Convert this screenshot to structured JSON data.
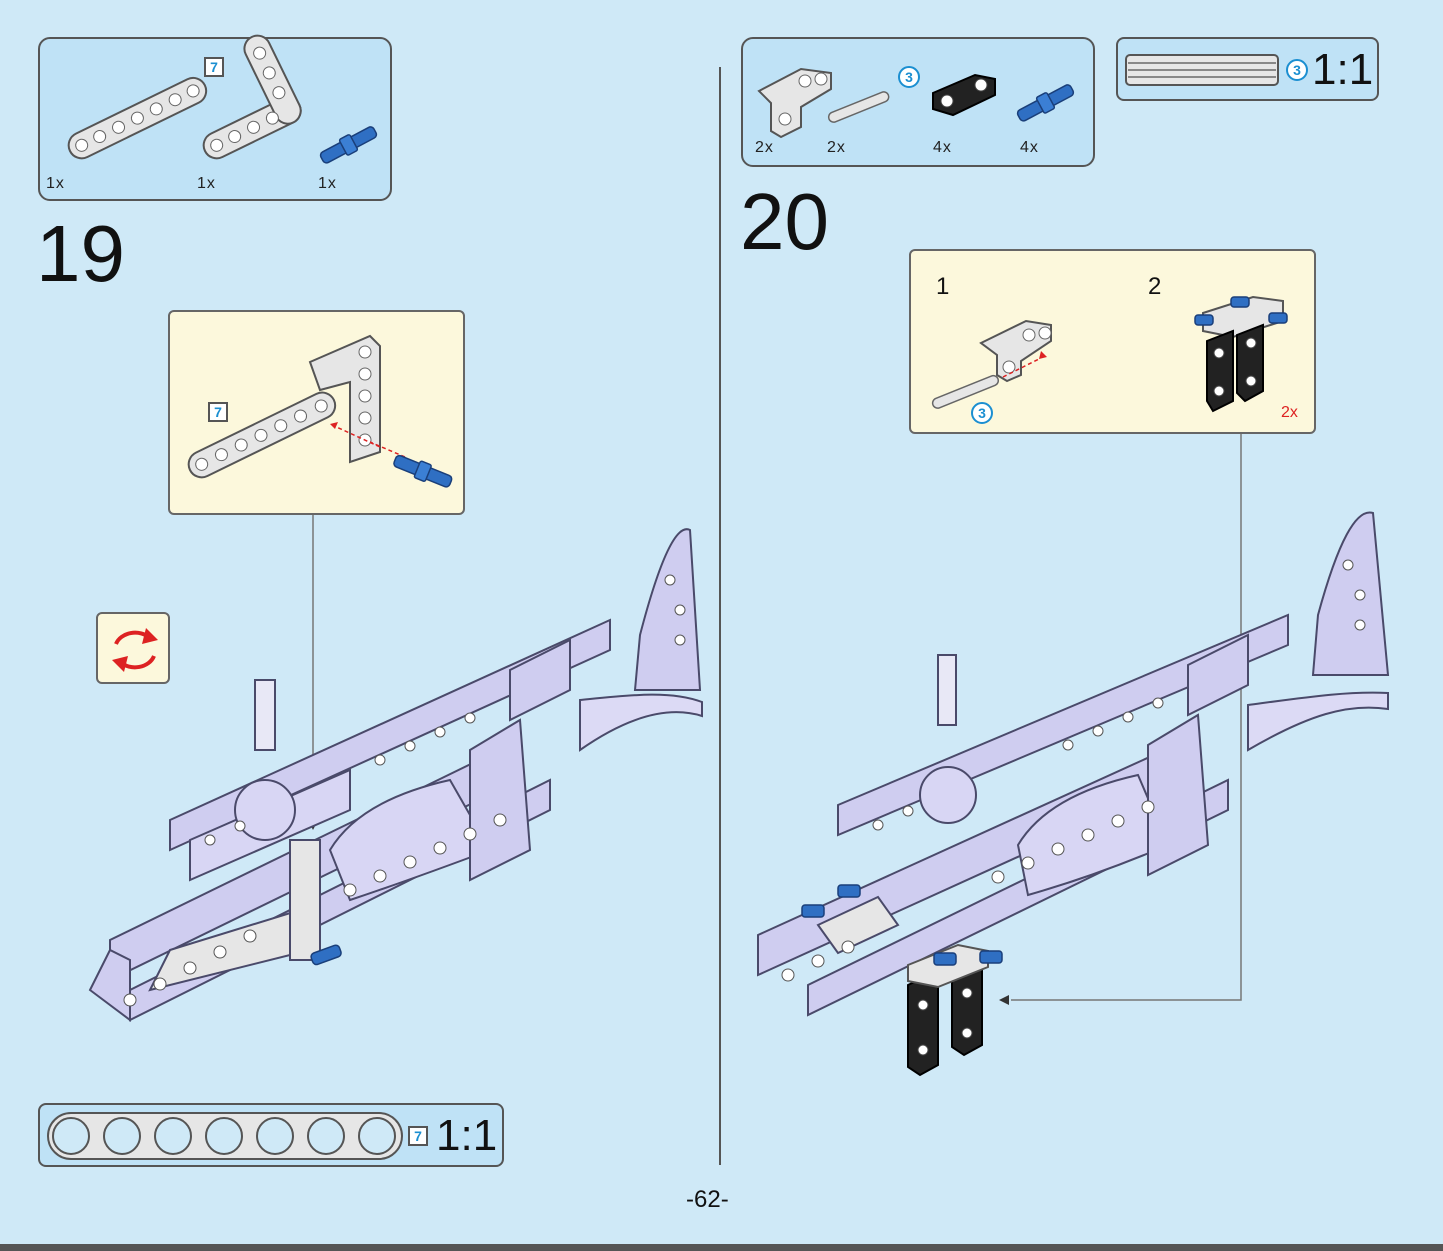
{
  "step19": {
    "number": "19",
    "parts": [
      {
        "name": "beam-7",
        "qty": "1x",
        "badge": "7"
      },
      {
        "name": "l-beam",
        "qty": "1x"
      },
      {
        "name": "blue-pin",
        "qty": "1x"
      }
    ],
    "callout_badge": "7",
    "ruler_badge": "7",
    "ruler_scale": "1:1",
    "rotate_icon": "rotate-icon"
  },
  "step20": {
    "number": "20",
    "parts": [
      {
        "name": "grey-connector",
        "qty": "2x"
      },
      {
        "name": "axle-3",
        "qty": "2x",
        "badge": "3"
      },
      {
        "name": "black-connector",
        "qty": "4x"
      },
      {
        "name": "blue-pin",
        "qty": "4x"
      }
    ],
    "ruler_badge": "3",
    "ruler_scale": "1:1",
    "sub1": "1",
    "sub2": "2",
    "sub_badge": "3",
    "repeat": "2x"
  },
  "footer": {
    "page": "-62-"
  },
  "colors": {
    "background": "#cfe9f7",
    "panel": "#bfe2f6",
    "callout": "#fcf8dc",
    "accent": "#1b8fd1",
    "model": "#cfcdf0"
  }
}
